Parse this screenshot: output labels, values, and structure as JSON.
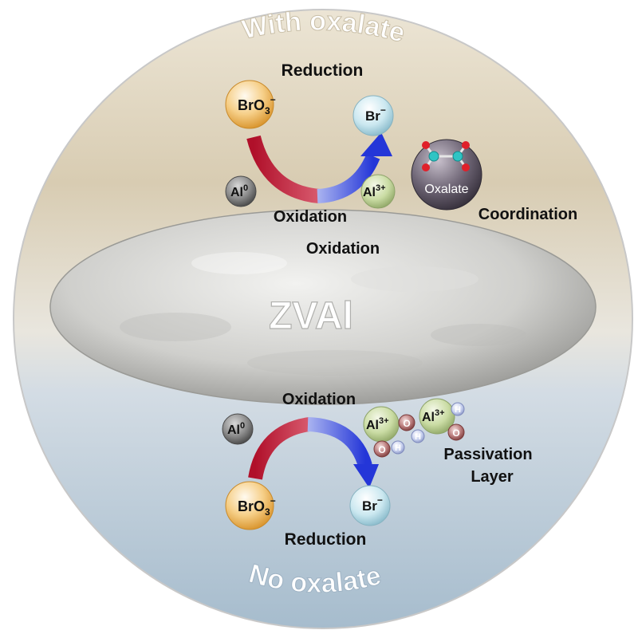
{
  "arc_top": "With oxalate",
  "arc_bottom": "No oxalate",
  "center": "ZVAl",
  "top": {
    "reduction": "Reduction",
    "bromate_base": "BrO",
    "bromate_sub": "3",
    "bromate_sup": "−",
    "bromide_base": "Br",
    "bromide_sup": "−",
    "al0_base": "Al",
    "al0_sup": "0",
    "al3_base": "Al",
    "al3_sup": "3+",
    "oxalate": "Oxalate",
    "oxidation_1": "Oxidation",
    "oxidation_2": "Oxidation",
    "coordination": "Coordination"
  },
  "bottom": {
    "oxidation": "Oxidation",
    "al0_base": "Al",
    "al0_sup": "0",
    "al3a_base": "Al",
    "al3a_sup": "3+",
    "al3b_base": "Al",
    "al3b_sup": "3+",
    "o_symbol": "O",
    "h_symbol": "H",
    "passivation_1": "Passivation",
    "passivation_2": "Layer",
    "bromate_base": "BrO",
    "bromate_sub": "3",
    "bromate_sup": "−",
    "bromide_base": "Br",
    "bromide_sup": "−",
    "reduction": "Reduction"
  },
  "colors": {
    "top_bg": "#ddd3bd",
    "bottom_bg": "#b5c9d8",
    "red_arrow": "#c0162e",
    "blue_arrow": "#2f44e0",
    "al3_sphere": "#c9dba6",
    "bromate_sphere": "#f3be6a",
    "bromide_sphere": "#c8e6ee",
    "al0_sphere": "#7d7d7d",
    "oxalate_sphere": "#6e6474"
  }
}
